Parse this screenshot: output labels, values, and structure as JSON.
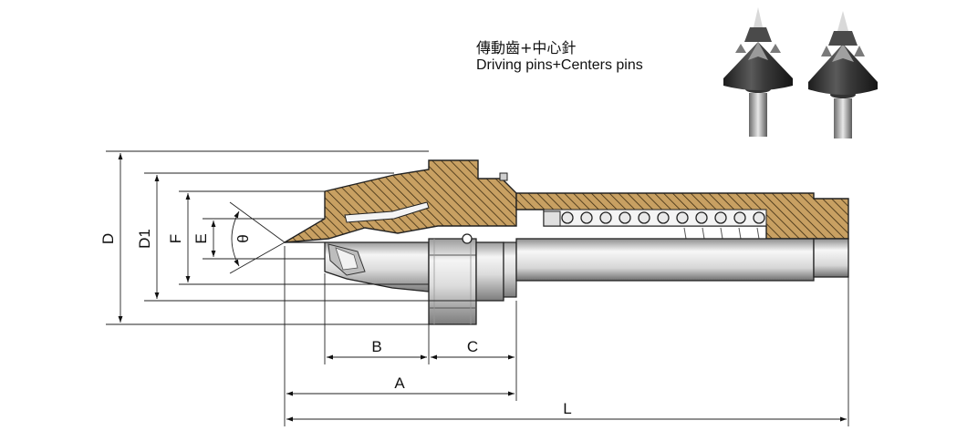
{
  "caption": {
    "zh": "傳動齒+中心針",
    "en": "Driving pins+Centers pins"
  },
  "dimensions": {
    "D": "D",
    "D1": "D1",
    "F": "F",
    "E": "E",
    "theta": "θ",
    "A": "A",
    "B": "B",
    "C": "C",
    "L": "L"
  },
  "colors": {
    "hatch_fill": "#c8a062",
    "hatch_line": "#3a2a10",
    "steel_light": "#f2f2f2",
    "steel_dark": "#8a8a8a",
    "outline": "#222222",
    "product_dark": "#2b2b2b"
  },
  "icons": {
    "product": "driving-center-photo"
  }
}
